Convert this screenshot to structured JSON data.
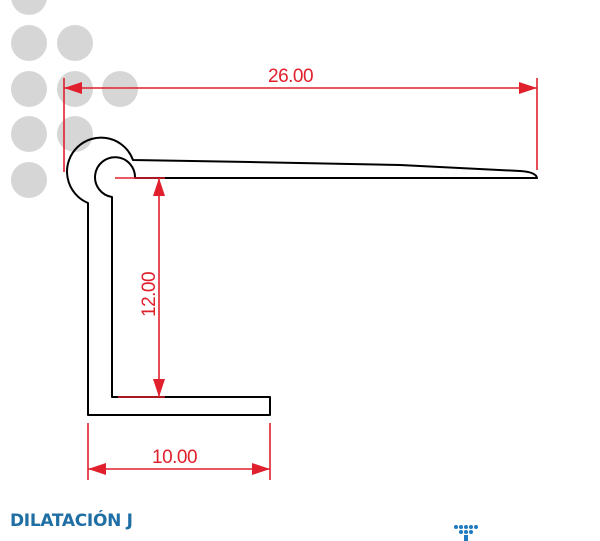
{
  "title": "DILATACIÓN J",
  "colors": {
    "dimension": "#e0202c",
    "outline": "#000000",
    "decor_circles": "#d6d6d6",
    "title": "#1f6ea4",
    "logo": "#1f7ac0"
  },
  "dimensions": {
    "overall_width": "26.00",
    "height": "12.00",
    "base_width": "10.00"
  },
  "icons": {
    "logo": "company-logo-icon",
    "decor": "decorative-dot-pattern"
  }
}
